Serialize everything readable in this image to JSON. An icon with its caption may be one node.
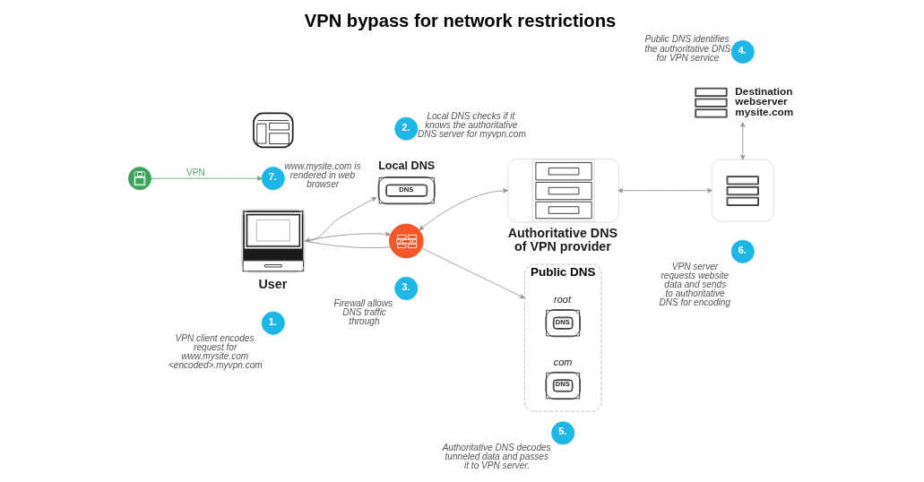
{
  "diagram": {
    "title": "VPN bypass for network restrictions",
    "nodes": [
      {
        "text": [],
        "shape": "picture"
      },
      {
        "text": [
          "7."
        ],
        "beside": [
          "www.mysite.com is rendered in web browser"
        ]
      },
      {
        "text": [
          "2."
        ],
        "beside": [
          "Local DNS checks if it knows the authoritative DNS server for myvpn.com"
        ]
      },
      {
        "text": [
          "Public DNS"
        ]
      },
      {
        "text": [
          "root",
          "DNS"
        ],
        "in": 3
      },
      {
        "text": [
          "com",
          "DNS"
        ],
        "in": 3
      },
      {
        "text": [
          "4."
        ],
        "beside": [
          "Public DNS identifies the authoritative DNS for VPN service"
        ]
      },
      {
        "text": [
          "Destination webserver mysite.com"
        ]
      },
      {
        "text": [
          "Local DNS",
          "DNS"
        ]
      },
      {
        "text": [
          "6."
        ],
        "beside": [
          "VPN server requests website data and sends to authoritative DNS for encoding"
        ]
      },
      {
        "text": [],
        "shape": "circle"
      },
      {
        "text": [
          "User"
        ]
      },
      {
        "text": [],
        "shape": "circle"
      },
      {
        "text": [
          "Authoritative DNS of VPN provider"
        ]
      },
      {
        "text": [],
        "shape": "box"
      },
      {
        "text": [
          "3."
        ],
        "beside": [
          "Firewall allows DNS traffic through"
        ]
      },
      {
        "text": [
          "1."
        ],
        "beside": [
          "VPN client encodes request for www.mysite.com <encoded>.myvpn.com"
        ]
      },
      {
        "text": [
          "5."
        ],
        "beside": [
          "Authoritative DNS decodes tunneled data and passes it to VPN server."
        ]
      }
    ],
    "edges": [
      {
        "from": 10,
        "to": 1,
        "arrow": "to",
        "label": "VPN",
        "color": "#5a9e6f"
      },
      {
        "from": 11,
        "to": 8,
        "arrow": "to"
      },
      {
        "from": 11,
        "to": 12,
        "arrow": "none"
      },
      {
        "from": 12,
        "to": 3,
        "arrow": "to"
      },
      {
        "from": 11,
        "to": 12,
        "arrow": "both"
      },
      {
        "from": 12,
        "to": 13,
        "arrow": "both"
      },
      {
        "from": 13,
        "to": 14,
        "arrow": "both"
      },
      {
        "from": 14,
        "to": 7,
        "arrow": "both"
      }
    ]
  }
}
